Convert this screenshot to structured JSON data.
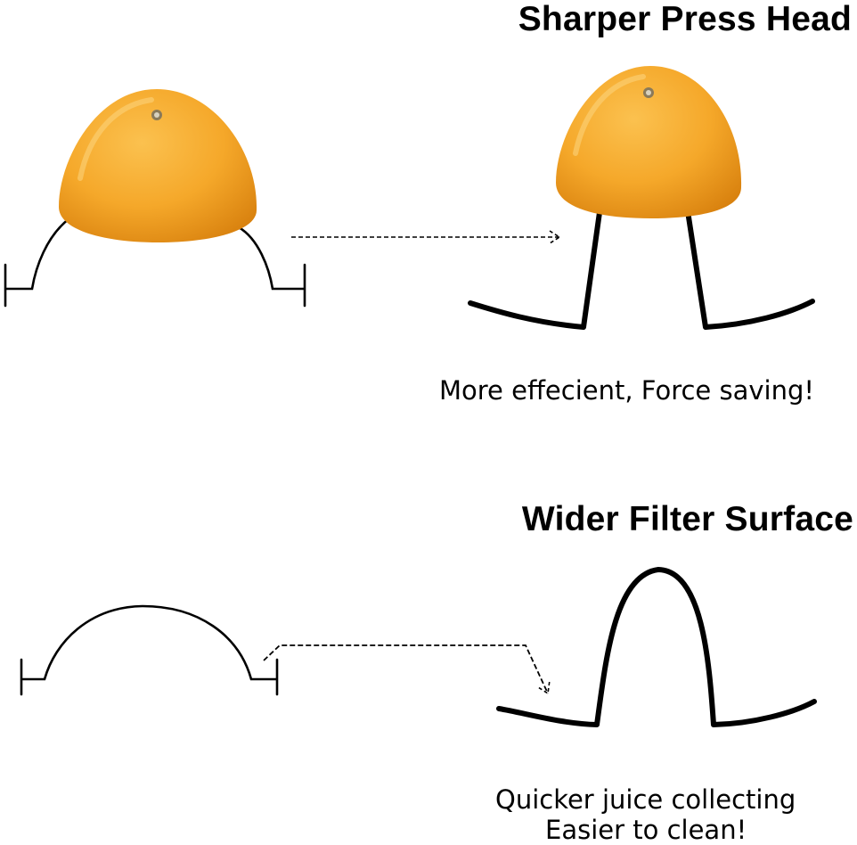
{
  "sections": [
    {
      "title": "Sharper Press Head",
      "caption_lines": [
        "More effecient, Force saving!"
      ]
    },
    {
      "title": "Wider Filter Surface",
      "caption_lines": [
        "Quicker juice collecting",
        "Easier to clean!"
      ]
    }
  ],
  "colors": {
    "outline": "#000000",
    "orange_light": "#f9b53c",
    "orange_mid": "#f3a021",
    "orange_dark": "#d9820f",
    "background": "#ffffff"
  }
}
